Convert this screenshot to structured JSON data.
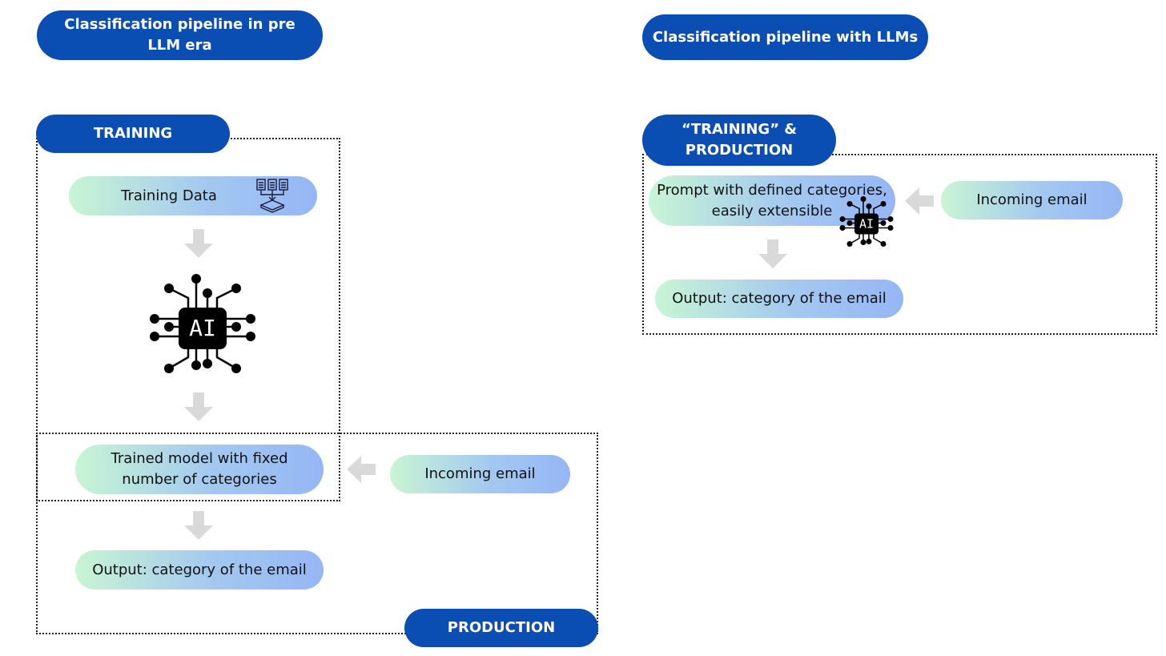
{
  "left": {
    "title": "Classification pipeline in pre LLM era",
    "training_label": "TRAINING",
    "production_label": "PRODUCTION",
    "training_data": "Training Data",
    "ai_chip_text": "AI",
    "trained_model": "Trained model with fixed number of categories",
    "incoming_email": "Incoming email",
    "output": "Output: category of the email"
  },
  "right": {
    "title": "Classification pipeline with LLMs",
    "training_production_label_line1": "“TRAINING” &",
    "training_production_label_line2": "PRODUCTION",
    "prompt": "Prompt with defined categories, easily extensible",
    "ai_chip_text": "AI",
    "incoming_email": "Incoming email",
    "output": "Output: category of the email"
  },
  "colors": {
    "accent": "#0a4db3",
    "arrow": "#d9d9d9",
    "gradient_start": "#c8f5d4",
    "gradient_end": "#95b6f5"
  },
  "icons": [
    "documents-merge-icon",
    "ai-chip-icon",
    "arrow-down-icon",
    "arrow-left-icon"
  ]
}
